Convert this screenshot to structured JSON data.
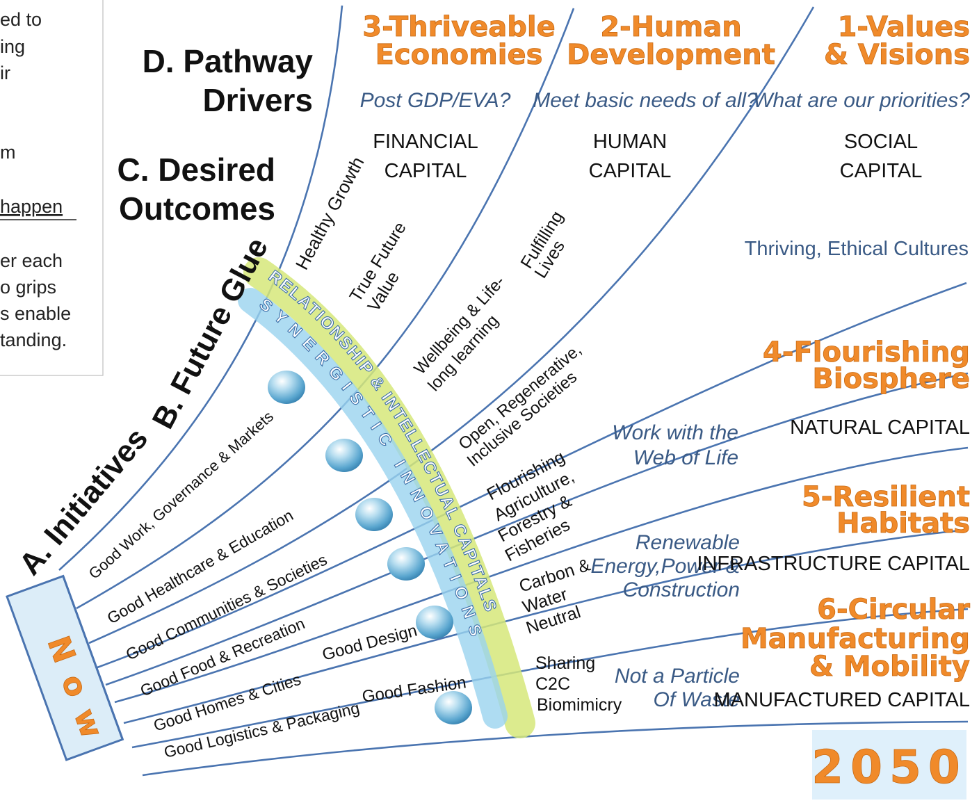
{
  "note_fragment": {
    "lines": [
      "ed to",
      "ing",
      "ir",
      "",
      "m",
      "",
      "happen",
      "",
      "er each",
      "o grips",
      "s enable",
      "tanding."
    ]
  },
  "headers": {
    "pathway_line1": "D. Pathway",
    "pathway_line2": "Drivers",
    "outcomes_line1": "C. Desired",
    "outcomes_line2": "Outcomes",
    "future_glue": "B. Future Glue",
    "initiatives": "A. Initiatives"
  },
  "columns": [
    {
      "title1": "3-Thriveable",
      "title2": "Economies",
      "question": "Post GDP/EVA?",
      "cap1": "FINANCIAL",
      "cap2": "CAPITAL"
    },
    {
      "title1": "2-Human",
      "title2": "Development",
      "question": "Meet basic needs of all?",
      "cap1": "HUMAN",
      "cap2": "CAPITAL"
    },
    {
      "title1": "1-Values",
      "title2": "& Visions",
      "question": "What are our priorities?",
      "cap1": "SOCIAL",
      "cap2": "CAPITAL"
    }
  ],
  "right_rows": {
    "thriving": "Thriving, Ethical Cultures",
    "biosphere1": "4-Flourishing",
    "biosphere2": "Biosphere",
    "natural_capital": "NATURAL CAPITAL",
    "web1": "Work with the",
    "web2": "Web of Life",
    "habitats1": "5-Resilient",
    "habitats2": "Habitats",
    "renew1": "Renewable",
    "renew2": "Energy,Power &",
    "renew3": "Construction",
    "infra_capital": "INFRASTRUCTURE CAPITAL",
    "circ1": "6-Circular",
    "circ2": "Manufacturing",
    "circ3": "& Mobility",
    "waste1": "Not a Particle",
    "waste2": "Of Waste",
    "manu_capital": "MANUFACTURED CAPITAL"
  },
  "outcomes": {
    "healthy_growth": "Healthy Growth",
    "true_future1": "True Future",
    "true_future2": "Value",
    "fulfilling1": "Fulfilling",
    "fulfilling2": "Lives",
    "wellbeing1": "Wellbeing & Life-",
    "wellbeing2": "long learning",
    "open1": "Open, Regenerative,",
    "open2": "Inclusive Societies",
    "agri1": "Flourishing",
    "agri2": "Agriculture,",
    "agri3": "Forestry &",
    "agri4": "Fisheries",
    "carbon1": "Carbon &",
    "carbon2": "Water",
    "carbon3": "Neutral",
    "sharing1": "Sharing",
    "sharing2": "C2C",
    "sharing3": "Biomimicry"
  },
  "initiatives": {
    "work": "Good Work, Governance & Markets",
    "health": "Good Healthcare & Education",
    "communities": "Good Communities & Societies",
    "food": "Good Food & Recreation",
    "homes": "Good Homes & Cities",
    "logistics": "Good Logistics & Packaging",
    "design": "Good Design",
    "fashion": "Good Fashion"
  },
  "glue": {
    "outer": "RELATIONSHIP & INTELLECTUAL CAPITALS",
    "inner": "SYNERGISTIC INNOVATIONS"
  },
  "now_label": "Now",
  "year_label": "2050",
  "colors": {
    "line_blue": "#4a74b0",
    "orange": "#f08a2a",
    "glue_green": "#d6e87a",
    "glue_blue": "#7cc4ec",
    "now_box": "#dcedf8",
    "year_box": "#dff0fb"
  }
}
